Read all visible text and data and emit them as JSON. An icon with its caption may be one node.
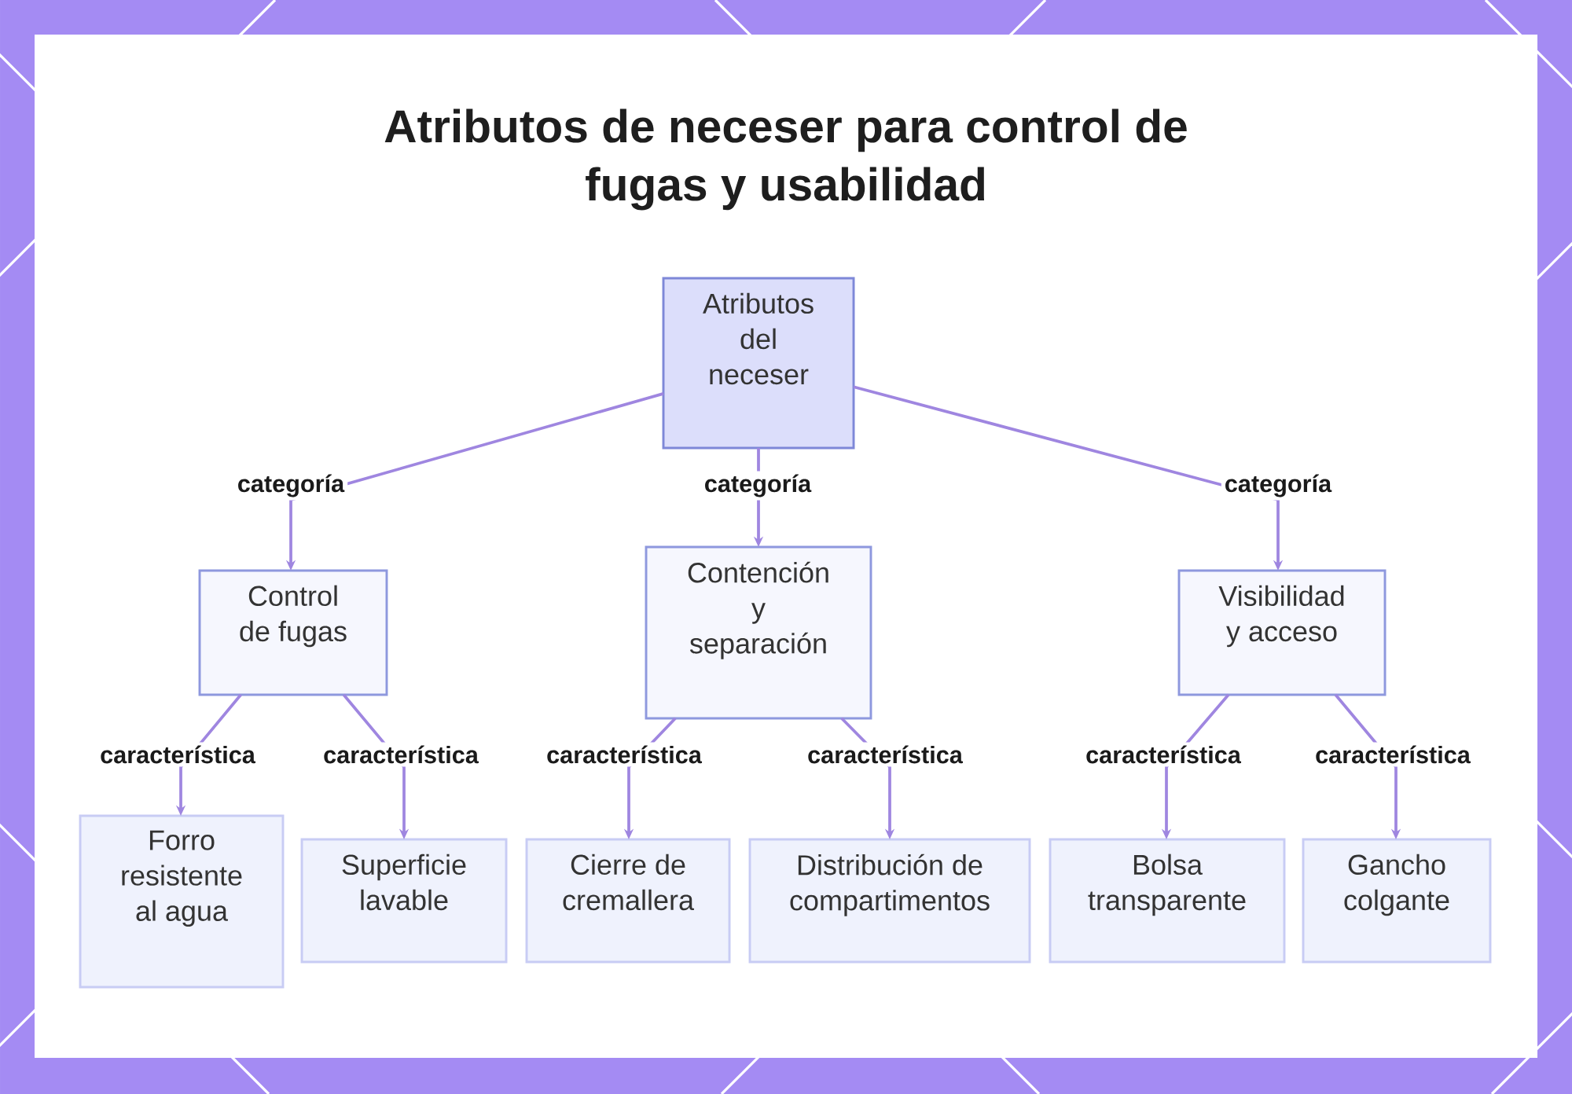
{
  "diagram": {
    "title": "Atributos de neceser para control de fugas y usabilidad",
    "nodes": [
      {
        "text": [
          "Atributos del neceser"
        ]
      },
      {
        "text": [
          "Control de fugas"
        ]
      },
      {
        "text": [
          "Contención y separación"
        ]
      },
      {
        "text": [
          "Visibilidad y acceso"
        ]
      },
      {
        "text": [
          "Forro resistente al agua"
        ]
      },
      {
        "text": [
          "Superficie lavable"
        ]
      },
      {
        "text": [
          "Cierre de cremallera"
        ]
      },
      {
        "text": [
          "Distribución de compartimentos"
        ]
      },
      {
        "text": [
          "Bolsa transparente"
        ]
      },
      {
        "text": [
          "Gancho colgante"
        ]
      }
    ],
    "edges": [
      {
        "from": 0,
        "to": 1,
        "arrow": "to",
        "label": "categoría"
      },
      {
        "from": 0,
        "to": 2,
        "arrow": "to",
        "label": "categoría"
      },
      {
        "from": 0,
        "to": 3,
        "arrow": "to",
        "label": "categoría"
      },
      {
        "from": 1,
        "to": 4,
        "arrow": "to",
        "label": "característica"
      },
      {
        "from": 1,
        "to": 5,
        "arrow": "to",
        "label": "característica"
      },
      {
        "from": 2,
        "to": 6,
        "arrow": "to",
        "label": "característica"
      },
      {
        "from": 2,
        "to": 7,
        "arrow": "to",
        "label": "característica"
      },
      {
        "from": 3,
        "to": 8,
        "arrow": "to",
        "label": "característica"
      },
      {
        "from": 3,
        "to": 9,
        "arrow": "to",
        "label": "característica"
      }
    ]
  }
}
